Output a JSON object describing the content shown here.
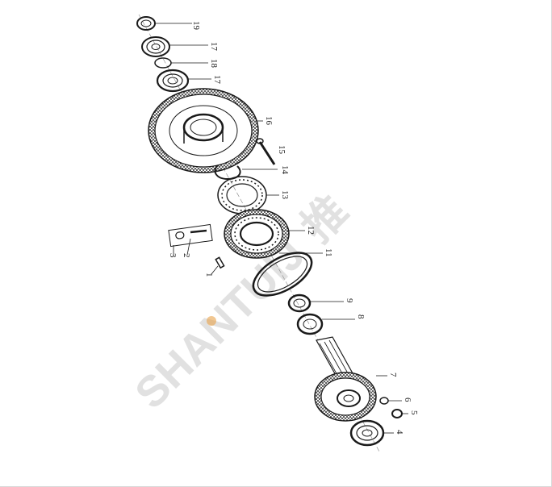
{
  "watermark": {
    "latin": "SHANTUIJ",
    "cjk": "推"
  },
  "callouts": [
    {
      "id": "c19",
      "label": "19"
    },
    {
      "id": "c17a",
      "label": "17"
    },
    {
      "id": "c18",
      "label": "18"
    },
    {
      "id": "c17b",
      "label": "17"
    },
    {
      "id": "c16",
      "label": "16"
    },
    {
      "id": "c15",
      "label": "15"
    },
    {
      "id": "c14",
      "label": "14"
    },
    {
      "id": "c13",
      "label": "13"
    },
    {
      "id": "c12",
      "label": "12"
    },
    {
      "id": "c11",
      "label": "11"
    },
    {
      "id": "c3",
      "label": "3"
    },
    {
      "id": "c2",
      "label": "2"
    },
    {
      "id": "c1",
      "label": "1"
    },
    {
      "id": "c9",
      "label": "9"
    },
    {
      "id": "c8",
      "label": "8"
    },
    {
      "id": "c7",
      "label": "7"
    },
    {
      "id": "c6",
      "label": "6"
    },
    {
      "id": "c5",
      "label": "5"
    },
    {
      "id": "c4",
      "label": "4"
    }
  ],
  "colors": {
    "ink": "#1a1a1a",
    "watermark": "#c9c9c9",
    "accent": "#e8a24a"
  }
}
